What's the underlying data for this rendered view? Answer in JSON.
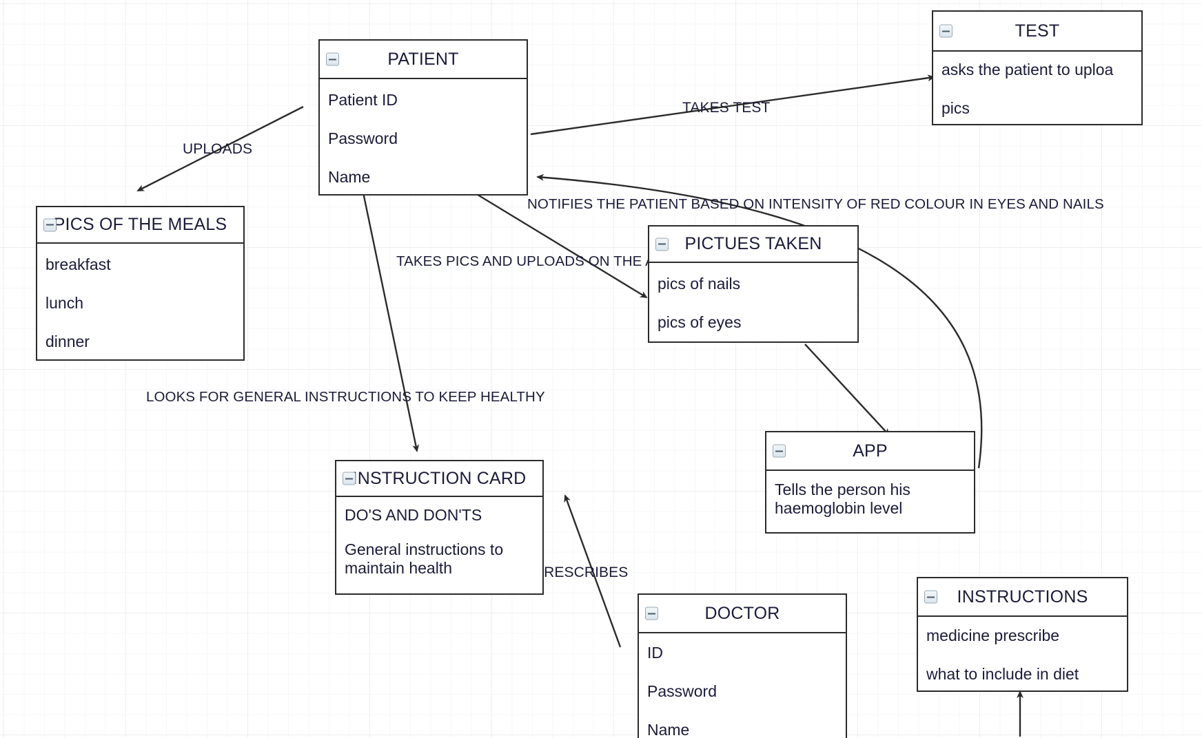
{
  "diagram": {
    "type": "uml-class-diagram",
    "title": "Patient health monitoring class diagram",
    "background": "#ffffff",
    "grid_color": "#eceef0",
    "text_color": "#1b1b3a",
    "line_color": "#2b2b2b"
  },
  "classes": [
    {
      "id": "patient",
      "name": "PATIENT",
      "collapse_icon": "collapse-minus-icon",
      "attributes": [
        "Patient ID",
        "Password",
        "Name"
      ]
    },
    {
      "id": "test",
      "name": "TEST",
      "collapse_icon": "collapse-minus-icon",
      "attributes": [
        "asks the patient to uploa",
        "pics"
      ]
    },
    {
      "id": "pics-of-the-meals",
      "name": "PICS OF THE MEALS",
      "collapse_icon": "collapse-minus-icon",
      "attributes": [
        "breakfast",
        "lunch",
        "dinner"
      ]
    },
    {
      "id": "pictues-taken",
      "name": "PICTUES TAKEN",
      "collapse_icon": "collapse-minus-icon",
      "attributes": [
        "pics of nails",
        "pics of eyes"
      ]
    },
    {
      "id": "app",
      "name": "APP",
      "collapse_icon": "collapse-minus-icon",
      "attributes": [
        "Tells the person his haemoglobin level"
      ]
    },
    {
      "id": "instruction-card",
      "name": "INSTRUCTION CARD",
      "collapse_icon": "collapse-minus-icon",
      "attributes": [
        "DO'S AND DON'TS",
        "General instructions to maintain health"
      ]
    },
    {
      "id": "doctor",
      "name": "DOCTOR",
      "collapse_icon": "collapse-minus-icon",
      "attributes": [
        "ID",
        "Password",
        "Name"
      ]
    },
    {
      "id": "instructions",
      "name": "INSTRUCTIONS",
      "collapse_icon": "collapse-minus-icon",
      "attributes": [
        "medicine prescribe",
        "what to include in diet"
      ]
    }
  ],
  "relationships": [
    {
      "id": "uploads",
      "label": "UPLOADS",
      "from": "patient",
      "to": "pics-of-the-meals"
    },
    {
      "id": "takes-test",
      "label": "TAKES TEST",
      "from": "patient",
      "to": "test"
    },
    {
      "id": "notifies",
      "label": "NOTIFIES THE PATIENT BASED ON INTENSITY OF RED COLOUR IN EYES AND NAILS",
      "from": "app",
      "to": "patient"
    },
    {
      "id": "takes-pics",
      "label": "TAKES PICS AND UPLOADS ON THE APP",
      "from": "patient",
      "to": "pictues-taken"
    },
    {
      "id": "looks-for",
      "label": "LOOKS FOR GENERAL INSTRUCTIONS TO KEEP HEALTHY",
      "from": "patient",
      "to": "instruction-card"
    },
    {
      "id": "prescribes",
      "label": "PRESCRIBES",
      "from": "doctor",
      "to": "instruction-card"
    },
    {
      "id": "pictures-to-app",
      "label": "",
      "from": "pictues-taken",
      "to": "app"
    },
    {
      "id": "to-instructions",
      "label": "",
      "from": "doctor",
      "to": "instructions"
    }
  ]
}
